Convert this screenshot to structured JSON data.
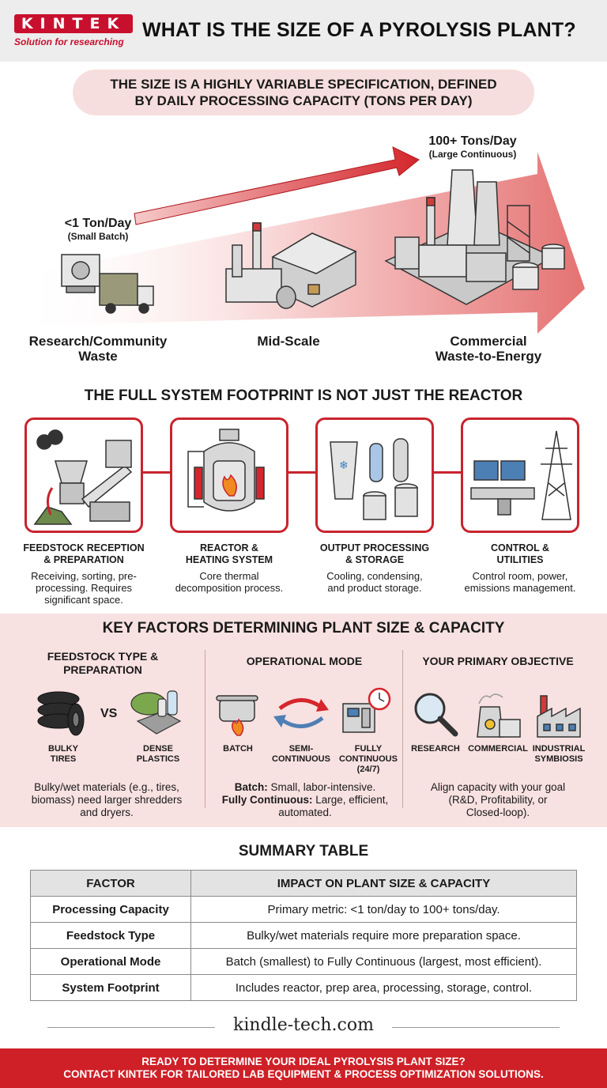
{
  "header": {
    "logo_text": "KINTEK",
    "logo_tagline": "Solution for researching",
    "title": "WHAT IS THE SIZE OF A PYROLYSIS PLANT?"
  },
  "banner": {
    "line1": "THE SIZE IS A HIGHLY VARIABLE SPECIFICATION, DEFINED",
    "line2": "BY DAILY PROCESSING CAPACITY (TONS PER DAY)"
  },
  "scale": {
    "small_capacity": "<1 Ton/Day",
    "small_type": "(Small Batch)",
    "large_capacity": "100+ Tons/Day",
    "large_type": "(Large Continuous)",
    "tiers": [
      {
        "line1": "Research/Community",
        "line2": "Waste"
      },
      {
        "line1": "Mid-Scale",
        "line2": ""
      },
      {
        "line1": "Commercial",
        "line2": "Waste-to-Energy"
      }
    ]
  },
  "footprint": {
    "title": "THE FULL SYSTEM FOOTPRINT IS NOT JUST THE REACTOR",
    "stages": [
      {
        "title1": "FEEDSTOCK RECEPTION",
        "title2": "& PREPARATION",
        "desc1": "Receiving, sorting, pre-",
        "desc2": "processing. Requires",
        "desc3": "significant space."
      },
      {
        "title1": "REACTOR &",
        "title2": "HEATING SYSTEM",
        "desc1": "Core thermal",
        "desc2": "decomposition process.",
        "desc3": ""
      },
      {
        "title1": "OUTPUT PROCESSING",
        "title2": "& STORAGE",
        "desc1": "Cooling, condensing,",
        "desc2": "and product storage.",
        "desc3": ""
      },
      {
        "title1": "CONTROL &",
        "title2": "UTILITIES",
        "desc1": "Control room, power,",
        "desc2": "emissions management.",
        "desc3": ""
      }
    ]
  },
  "factors": {
    "title": "KEY FACTORS DETERMINING PLANT SIZE & CAPACITY",
    "feedstock": {
      "title1": "FEEDSTOCK TYPE &",
      "title2": "PREPARATION",
      "vs": "VS",
      "item1_l1": "BULKY",
      "item1_l2": "TIRES",
      "item2_l1": "DENSE",
      "item2_l2": "PLASTICS",
      "desc1": "Bulky/wet materials (e.g., tires,",
      "desc2": "biomass) need larger shredders",
      "desc3": "and dryers."
    },
    "mode": {
      "title": "OPERATIONAL MODE",
      "item1_l1": "BATCH",
      "item2_l1": "SEMI-",
      "item2_l2": "CONTINUOUS",
      "item3_l1": "FULLY",
      "item3_l2": "CONTINUOUS",
      "item3_l3": "(24/7)",
      "desc1_bold": "Batch:",
      "desc1": " Small, labor-intensive.",
      "desc2_bold": "Fully Continuous:",
      "desc2": " Large, efficient,",
      "desc3": "automated."
    },
    "objective": {
      "title": "YOUR PRIMARY OBJECTIVE",
      "item1_l1": "RESEARCH",
      "item2_l1": "COMMERCIAL",
      "item3_l1": "INDUSTRIAL",
      "item3_l2": "SYMBIOSIS",
      "desc1": "Align capacity with your goal",
      "desc2": "(R&D, Profitability, or",
      "desc3": "Closed-loop)."
    }
  },
  "summary": {
    "title": "SUMMARY TABLE",
    "col_factor": "FACTOR",
    "col_impact": "IMPACT ON PLANT SIZE & CAPACITY",
    "rows": [
      {
        "factor": "Processing Capacity",
        "impact": "Primary metric: <1 ton/day to 100+ tons/day."
      },
      {
        "factor": "Feedstock Type",
        "impact": "Bulky/wet materials require more preparation space."
      },
      {
        "factor": "Operational Mode",
        "impact": "Batch (smallest) to Fully Continuous (largest, most efficient)."
      },
      {
        "factor": "System Footprint",
        "impact": "Includes reactor, prep area, processing, storage, control."
      }
    ]
  },
  "footer": {
    "site": "kindle-tech.com",
    "cta1": "READY TO DETERMINE YOUR IDEAL PYROLYSIS PLANT SIZE?",
    "cta2": "CONTACT KINTEK FOR TAILORED LAB EQUIPMENT & PROCESS OPTIMIZATION SOLUTIONS."
  }
}
